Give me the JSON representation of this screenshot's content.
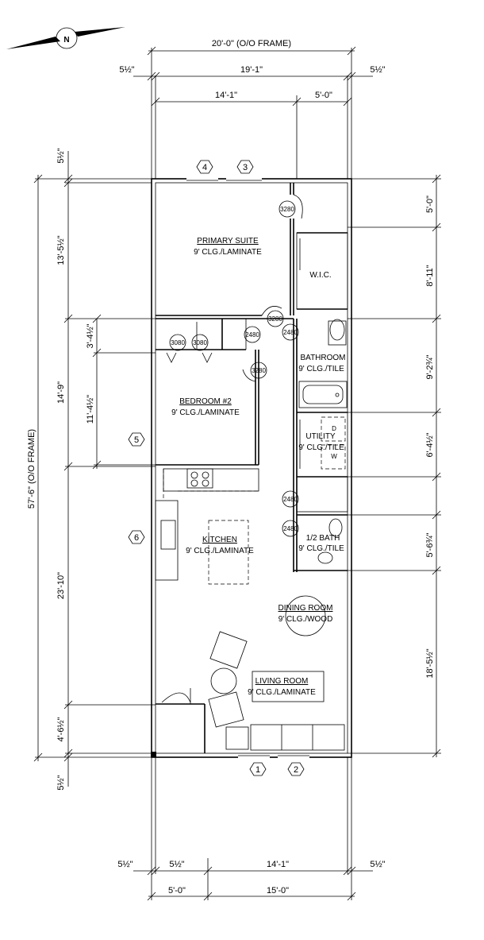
{
  "north_label": "N",
  "dims": {
    "top_overall": "20'-0\" (O/O FRAME)",
    "top_inner": "19'-1\"",
    "top_left_offset": "5½\"",
    "top_right_offset": "5½\"",
    "top_left_span": "14'-1\"",
    "top_right_span": "5'-0\"",
    "left_top_offset": "5½\"",
    "left_overall": "57'-6\" (O/O FRAME)",
    "left_primary": "13'-5½\"",
    "left_bedroom": "14'-9\"",
    "left_closet": "3'-4½\"",
    "left_bed_inner": "11'-4½\"",
    "left_kitchen": "23'-10\"",
    "left_entry": "4'-6½\"",
    "left_bottom_offset": "5½\"",
    "right_a": "5'-0\"",
    "right_b": "8'-11\"",
    "right_c": "9'-2¾\"",
    "right_d": "6'-4½\"",
    "right_e": "5'-6¾\"",
    "right_f": "18'-5½\"",
    "bottom_left_offset": "5½\"",
    "bottom_inner_offset": "5½\"",
    "bottom_span": "14'-1\"",
    "bottom_right_offset": "5½\"",
    "bottom_porch": "5'-0\"",
    "bottom_main": "15'-0\""
  },
  "rooms": {
    "primary_name": "PRIMARY SUITE",
    "primary_finish": "9' CLG./LAMINATE",
    "wic": "W.I.C.",
    "bath_name": "BATHROOM",
    "bath_finish": "9' CLG./TILE",
    "bed2_name": "BEDROOM #2",
    "bed2_finish": "9' CLG./LAMINATE",
    "utility_name": "UTILITY",
    "utility_finish": "9' CLG./TILE",
    "half_name": "1/2 BATH",
    "half_finish": "9' CLG./TILE",
    "kitchen_name": "KITCHEN",
    "kitchen_finish": "9' CLG./LAMINATE",
    "dining_name": "DINING ROOM",
    "dining_finish": "9' CLG./WOOD",
    "living_name": "LIVING ROOM",
    "living_finish": "9' CLG./LAMINATE",
    "dryer": "D",
    "washer": "W"
  },
  "doors": {
    "d_primary": "3280",
    "d_primary_hall": "3280",
    "d_bed2": "3280",
    "d_closet_a": "3080",
    "d_closet_b": "3080",
    "d_linen": "2480",
    "d_bath": "2480",
    "d_pantry": "2480",
    "d_halfbath": "2480"
  },
  "elevation_tags": {
    "t1": "1",
    "t2": "2",
    "t3": "3",
    "t4": "4",
    "t5": "5",
    "t6": "6"
  }
}
